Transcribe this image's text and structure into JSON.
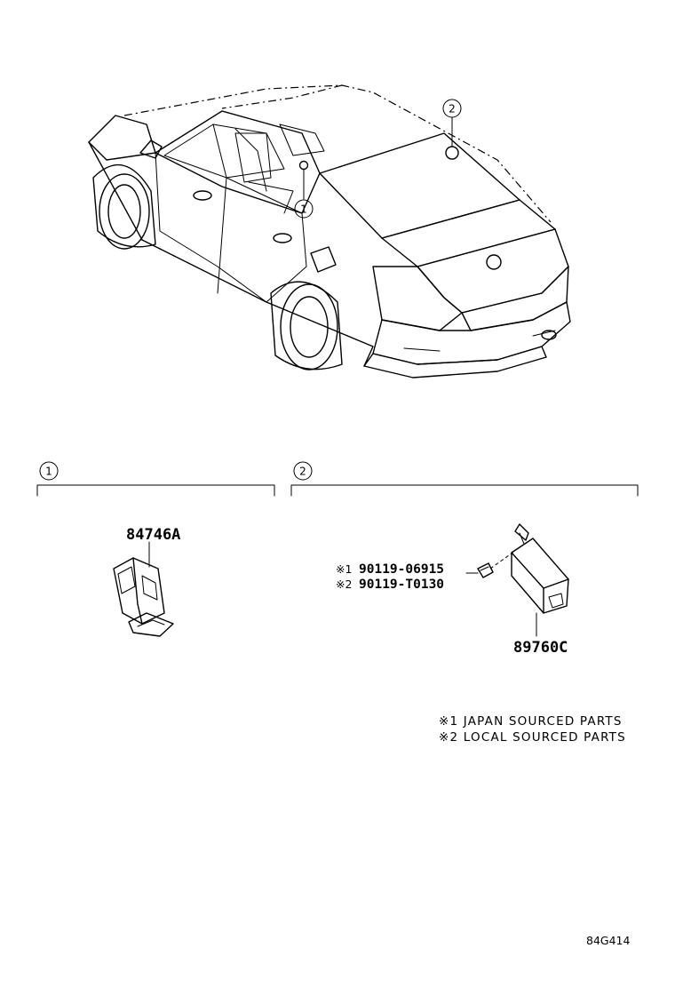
{
  "callouts": {
    "c1": "1",
    "c2": "2"
  },
  "sections": {
    "section1": {
      "number": "1"
    },
    "section2": {
      "number": "2"
    }
  },
  "parts": {
    "switch_part_number": "84746A",
    "sensor_part_number": "89760C",
    "bolt_ref1_mark": "※1",
    "bolt_ref1_number": "90119-06915",
    "bolt_ref2_mark": "※2",
    "bolt_ref2_number": "90119-T0130"
  },
  "notes": {
    "note1": "※1 JAPAN SOURCED PARTS",
    "note2": "※2 LOCAL SOURCED PARTS"
  },
  "diagram_code": "84G414"
}
